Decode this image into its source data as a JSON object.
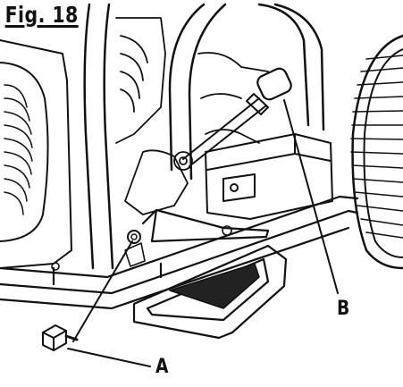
{
  "figure": {
    "title": "Fig. 18",
    "callouts": [
      {
        "id": "A",
        "label": "A"
      },
      {
        "id": "B",
        "label": "B"
      }
    ]
  }
}
